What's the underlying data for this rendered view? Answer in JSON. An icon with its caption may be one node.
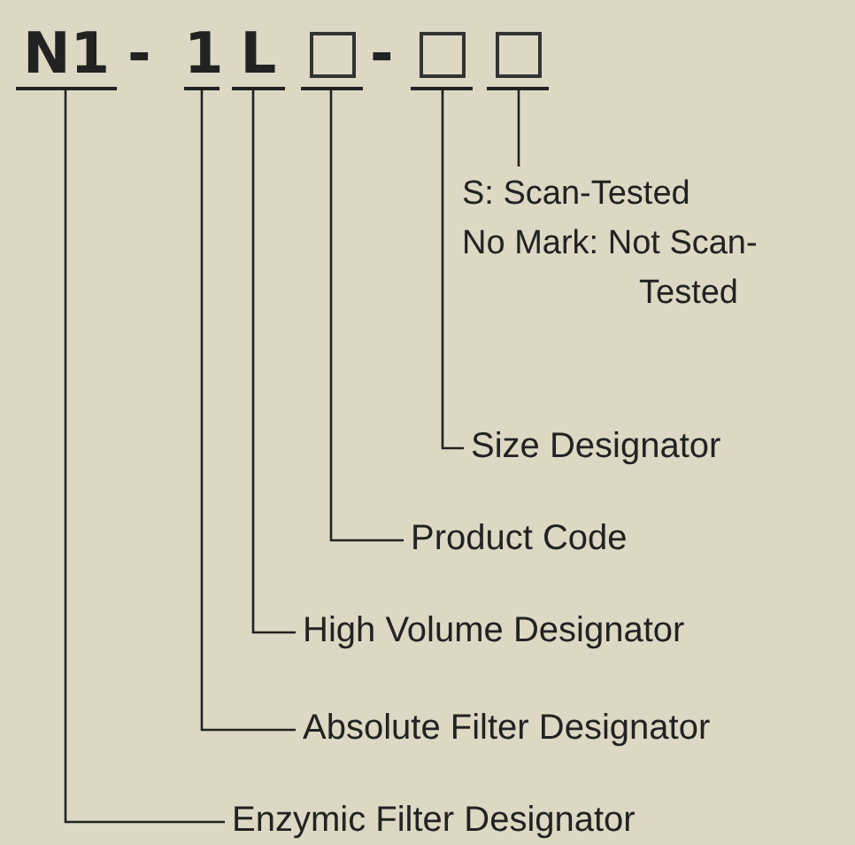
{
  "diagram": {
    "nodes": [
      {
        "text": [
          "N1"
        ]
      },
      {
        "text": [
          "1"
        ]
      },
      {
        "text": [
          "L"
        ]
      },
      {
        "text": [],
        "shape": "box"
      },
      {
        "text": [],
        "shape": "box"
      },
      {
        "text": [],
        "shape": "box"
      },
      {
        "text": [
          "S: Scan-Tested",
          "No Mark: Not Scan-Tested"
        ]
      },
      {
        "text": [
          "Size Designator"
        ]
      },
      {
        "text": [
          "Product Code"
        ]
      },
      {
        "text": [
          "High Volume Designator"
        ]
      },
      {
        "text": [
          "Absolute Filter Designator"
        ]
      },
      {
        "text": [
          "Enzymic Filter Designator"
        ]
      }
    ],
    "edges": [
      {
        "from": 5,
        "to": 6,
        "arrow": "none"
      },
      {
        "from": 4,
        "to": 7,
        "arrow": "none"
      },
      {
        "from": 3,
        "to": 8,
        "arrow": "none"
      },
      {
        "from": 2,
        "to": 9,
        "arrow": "none"
      },
      {
        "from": 1,
        "to": 10,
        "arrow": "none"
      },
      {
        "from": 0,
        "to": 11,
        "arrow": "none"
      }
    ],
    "labels": [
      "-",
      "-"
    ]
  }
}
